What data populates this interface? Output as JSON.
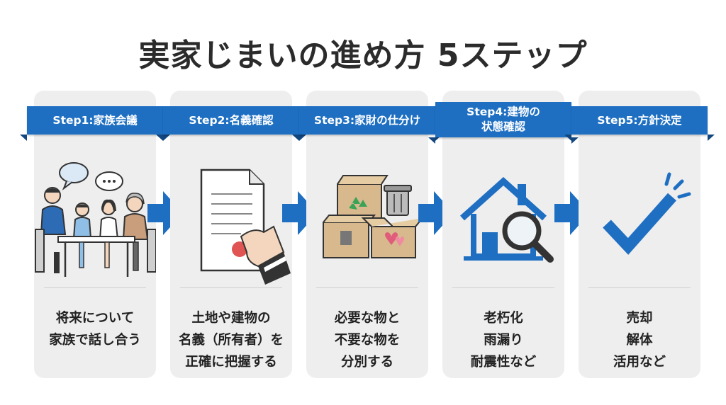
{
  "title": "実家じまいの進め方 5ステップ",
  "colors": {
    "accent": "#1e6fc2",
    "card": "#eeeeee",
    "text": "#222222"
  },
  "steps": [
    {
      "label": "Step1:家族会議",
      "icon": "family-meeting-icon",
      "description": "将来について\n家族で話し合う"
    },
    {
      "label": "Step2:名義確認",
      "icon": "document-seal-icon",
      "description": "土地や建物の\n名義（所有者）を\n正確に把握する"
    },
    {
      "label": "Step3:家財の仕分け",
      "icon": "boxes-sorting-icon",
      "description": "必要な物と\n不要な物を\n分別する"
    },
    {
      "label": "Step4:建物の\n状態確認",
      "icon": "house-inspection-icon",
      "description": "老朽化\n雨漏り\n耐震性など"
    },
    {
      "label": "Step5:方針決定",
      "icon": "checkmark-icon",
      "description": "売却\n解体\n活用など"
    }
  ]
}
